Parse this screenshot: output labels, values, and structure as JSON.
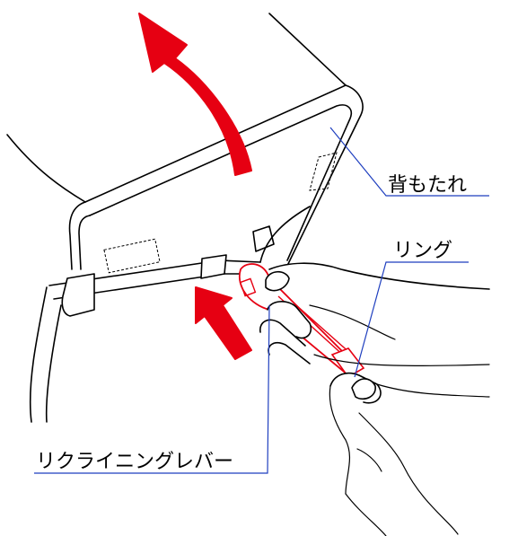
{
  "labels": {
    "backrest": "背もたれ",
    "ring": "リング",
    "lever": "リクライニングレバー"
  },
  "colors": {
    "arrow": "#e60012",
    "leader": "#1f3fbf",
    "line": "#000000"
  },
  "icons": {
    "big_arrow": "curved-up-arrow",
    "small_arrow": "diagonal-up-arrow"
  }
}
